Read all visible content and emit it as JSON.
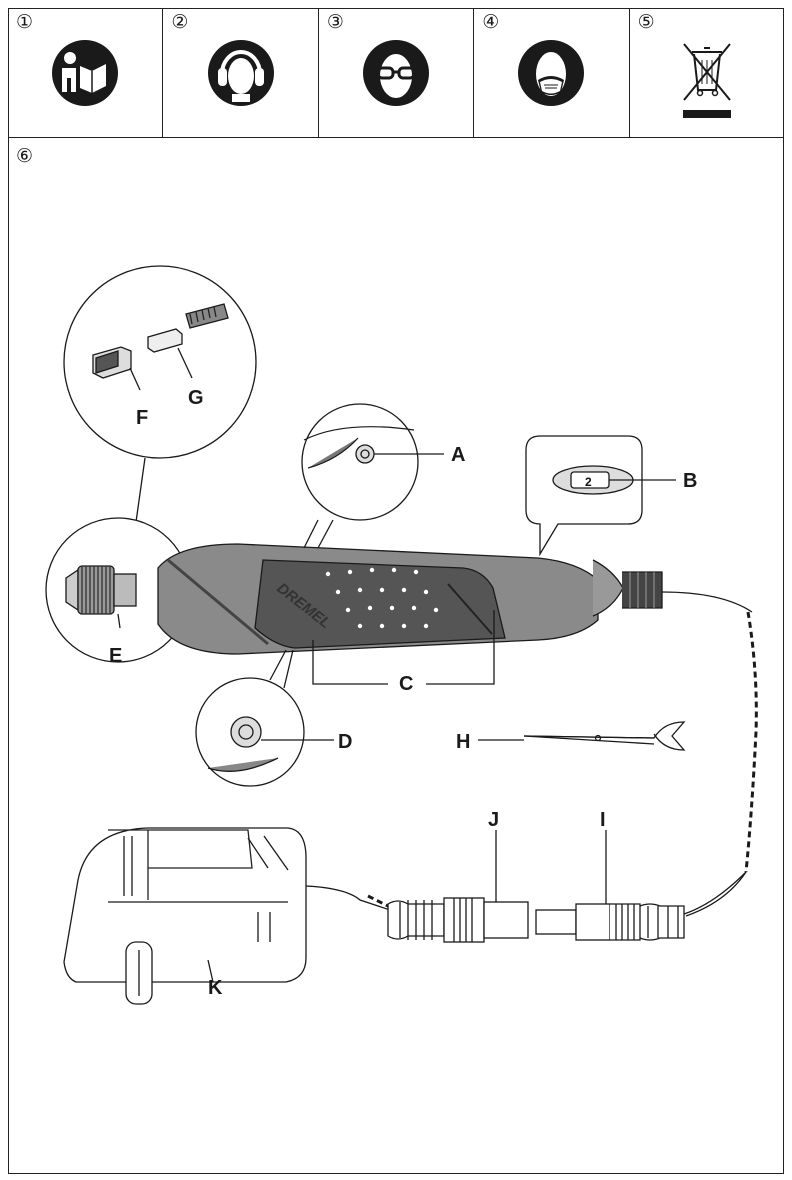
{
  "icons": [
    {
      "number": "①",
      "icon": "read-manual-icon"
    },
    {
      "number": "②",
      "icon": "ear-protection-icon"
    },
    {
      "number": "③",
      "icon": "eye-protection-icon"
    },
    {
      "number": "④",
      "icon": "dust-mask-icon"
    },
    {
      "number": "⑤",
      "icon": "weee-crossed-bin-icon"
    }
  ],
  "panel_number": "⑥",
  "brand_text": "DREMEL",
  "labels": {
    "A": "A",
    "B": "B",
    "C": "C",
    "D": "D",
    "E": "E",
    "F": "F",
    "G": "G",
    "H": "H",
    "I": "I",
    "J": "J",
    "K": "K"
  },
  "speed_switch_digit": "2",
  "colors": {
    "line": "#1a1a1a",
    "tool_body": "#7a7a7a",
    "grip": "#3a3a3a"
  }
}
